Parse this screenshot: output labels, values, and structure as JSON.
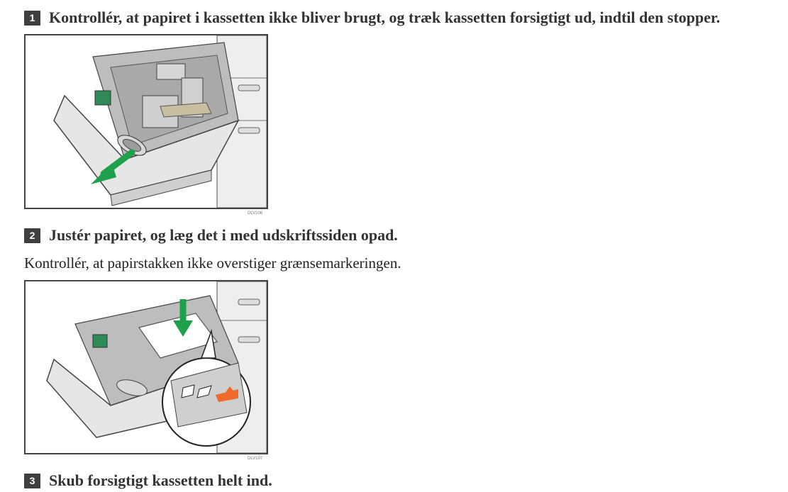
{
  "steps": [
    {
      "number": "1",
      "title": "Kontrollér, at papiret i kassetten ikke bliver brugt, og træk kassetten forsigtigt ud, indtil den stopper.",
      "figure_code": "DLV106"
    },
    {
      "number": "2",
      "title": "Justér papiret, og læg det i med udskriftssiden opad.",
      "note": "Kontrollér, at papirstakken ikke overstiger grænsemarkeringen.",
      "figure_code": "DLV107"
    },
    {
      "number": "3",
      "title": "Skub forsigtigt kassetten helt ind."
    }
  ],
  "colors": {
    "arrow": "#1fa04a",
    "limit_mark": "#f06a2a",
    "badge": "#3f3f3f"
  },
  "icons": [
    "pull-arrow-icon",
    "down-arrow-icon",
    "paper-limit-mark-icon"
  ]
}
